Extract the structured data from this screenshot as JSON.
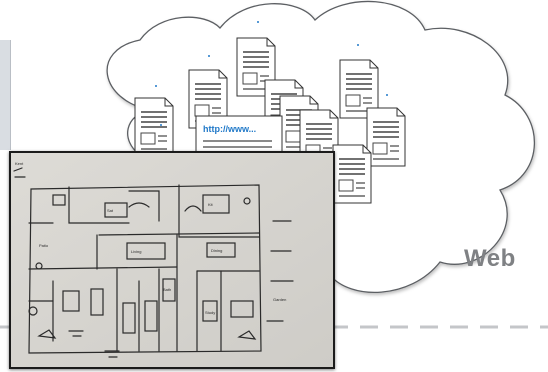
{
  "cloud_label": "Web",
  "url_box": {
    "text": "http://www..."
  },
  "accent_color": "#1f78c8",
  "sketch_description_icon": "hand-drawn-floor-plan"
}
